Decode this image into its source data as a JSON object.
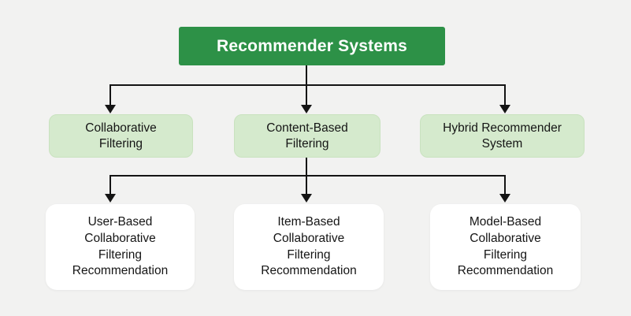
{
  "diagram": {
    "title": "Recommender Systems",
    "nodes": {
      "root": "Recommender Systems",
      "level2": [
        "Collaborative\nFiltering",
        "Content-Based\nFiltering",
        "Hybrid Recommender\nSystem"
      ],
      "level3": [
        "User-Based\nCollaborative\nFiltering\nRecommendation",
        "Item-Based\nCollaborative\nFiltering\nRecommendation",
        "Model-Based\nCollaborative\nFiltering\nRecommendation"
      ]
    },
    "colors": {
      "background": "#f2f2f1",
      "root-bg": "#2d9147",
      "root-text": "#ffffff",
      "branch-bg": "#d5eacd",
      "branch-border": "#c9e2bf",
      "leaf-bg": "#ffffff",
      "line": "#141414",
      "node-text": "#151515"
    }
  }
}
